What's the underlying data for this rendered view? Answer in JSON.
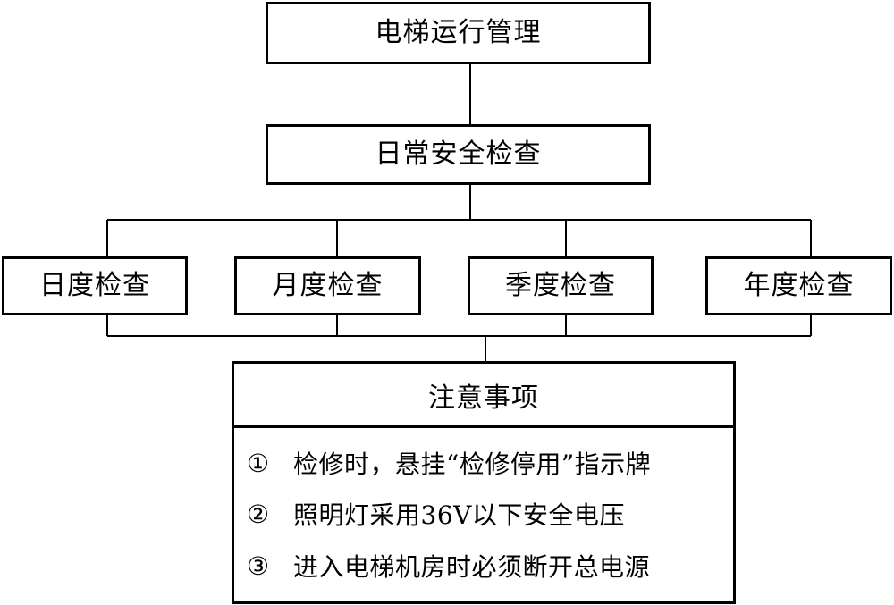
{
  "diagram": {
    "top": {
      "label": "电梯运行管理"
    },
    "middle": {
      "label": "日常安全检查"
    },
    "branches": [
      {
        "label": "日度检查"
      },
      {
        "label": "月度检查"
      },
      {
        "label": "季度检查"
      },
      {
        "label": "年度检查"
      }
    ],
    "notes": {
      "title": "注意事项",
      "items": [
        {
          "marker": "①",
          "text": "检修时，悬挂“检修停用”指示牌"
        },
        {
          "marker": "②",
          "text": "照明灯采用36V以下安全电压"
        },
        {
          "marker": "③",
          "text": "进入电梯机房时必须断开总电源"
        }
      ]
    }
  }
}
